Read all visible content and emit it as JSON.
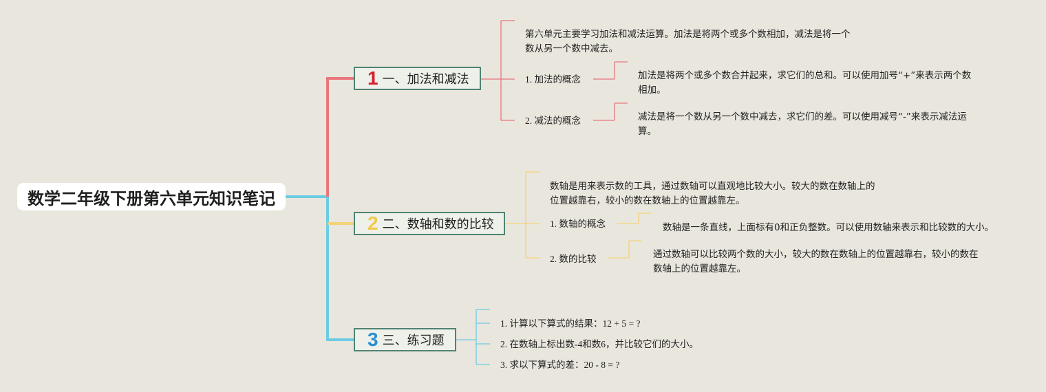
{
  "root": {
    "title": "数学二年级下册第六单元知识笔记"
  },
  "colors": {
    "branch1": "#e8767c",
    "branch2": "#f4d27a",
    "branch3": "#6ccbe4",
    "box_border": "#4f8272"
  },
  "branches": [
    {
      "number": "1",
      "title": "一、加法和减法",
      "number_color": "#d61f2c",
      "intro_l1": "第六单元主要学习加法和减法运算。加法是将两个或多个数相加，减法是将一个",
      "intro_l2": "数从另一个数中减去。",
      "items": [
        {
          "label": "1. 加法的概念",
          "desc_l1": "加法是将两个或多个数合并起来，求它们的总和。可以使用加号“+”来表示两个数",
          "desc_l2": "相加。"
        },
        {
          "label": "2. 减法的概念",
          "desc_l1": "减法是将一个数从另一个数中减去，求它们的差。可以使用减号“-”来表示减法运",
          "desc_l2": "算。"
        }
      ]
    },
    {
      "number": "2",
      "title": "二、数轴和数的比较",
      "number_color": "#f2c94c",
      "intro_l1": "数轴是用来表示数的工具，通过数轴可以直观地比较大小。较大的数在数轴上的",
      "intro_l2": "位置越靠右，较小的数在数轴上的位置越靠左。",
      "items": [
        {
          "label": "1. 数轴的概念",
          "desc_l1": "数轴是一条直线，上面标有0和正负整数。可以使用数轴来表示和比较数的大小。"
        },
        {
          "label": "2. 数的比较",
          "desc_l1": "通过数轴可以比较两个数的大小，较大的数在数轴上的位置越靠右，较小的数在",
          "desc_l2": "数轴上的位置越靠左。"
        }
      ]
    },
    {
      "number": "3",
      "title": "三、练习题",
      "number_color": "#2a8fd6",
      "items": [
        {
          "label": "1. 计算以下算式的结果：12 + 5 = ?"
        },
        {
          "label": "2. 在数轴上标出数-4和数6，并比较它们的大小。"
        },
        {
          "label": "3. 求以下算式的差：20 - 8 = ?"
        }
      ]
    }
  ]
}
